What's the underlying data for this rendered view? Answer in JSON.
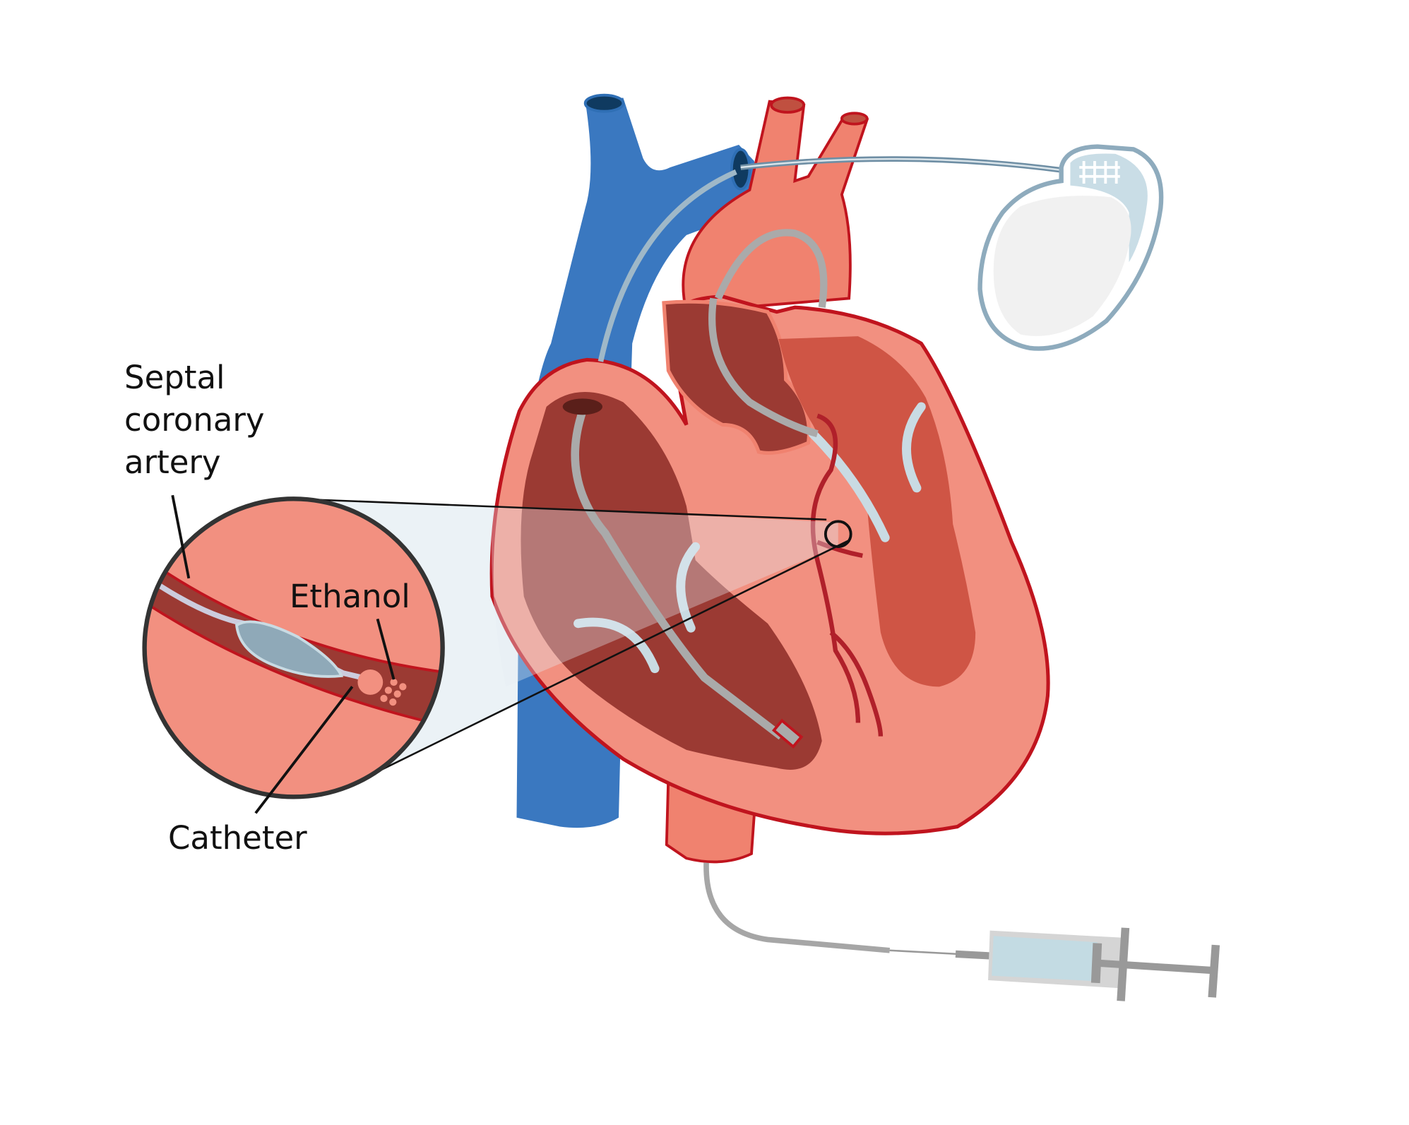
{
  "labels": {
    "septal_artery": [
      "Septal",
      "coronary",
      "artery"
    ],
    "ethanol": "Ethanol",
    "catheter": "Catheter"
  },
  "colors": {
    "vein": "#3a78c0",
    "heart_tissue": "#f29080",
    "heart_outline": "#c0141e",
    "chamber_dark": "#9b3a33",
    "chamber_left": "#cf5545",
    "catheter": "#a6a6a6",
    "balloon": "#8fa9b8",
    "pacemaker_outline": "#8eabbd"
  }
}
